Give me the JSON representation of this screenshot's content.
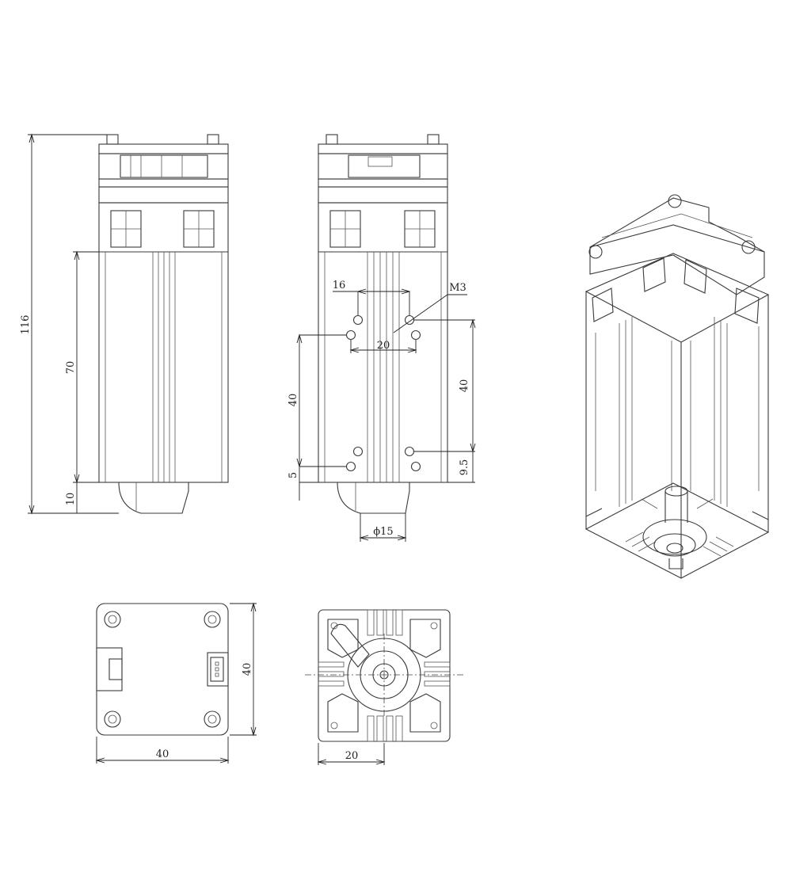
{
  "views": {
    "side": {
      "dims": {
        "total_height": "116",
        "body_height": "70",
        "nozzle_height": "10"
      }
    },
    "front": {
      "dims": {
        "hole_spacing_h": "16",
        "thread": "M3",
        "hole_spacing_h2": "20",
        "left_vertical": "40",
        "left_offset": "5",
        "right_vertical": "40",
        "right_offset": "9.5",
        "nozzle_dia": "ϕ15"
      }
    },
    "top": {
      "dims": {
        "width": "40",
        "depth": "40"
      }
    },
    "bottom": {
      "dims": {
        "half_width": "20"
      }
    }
  }
}
